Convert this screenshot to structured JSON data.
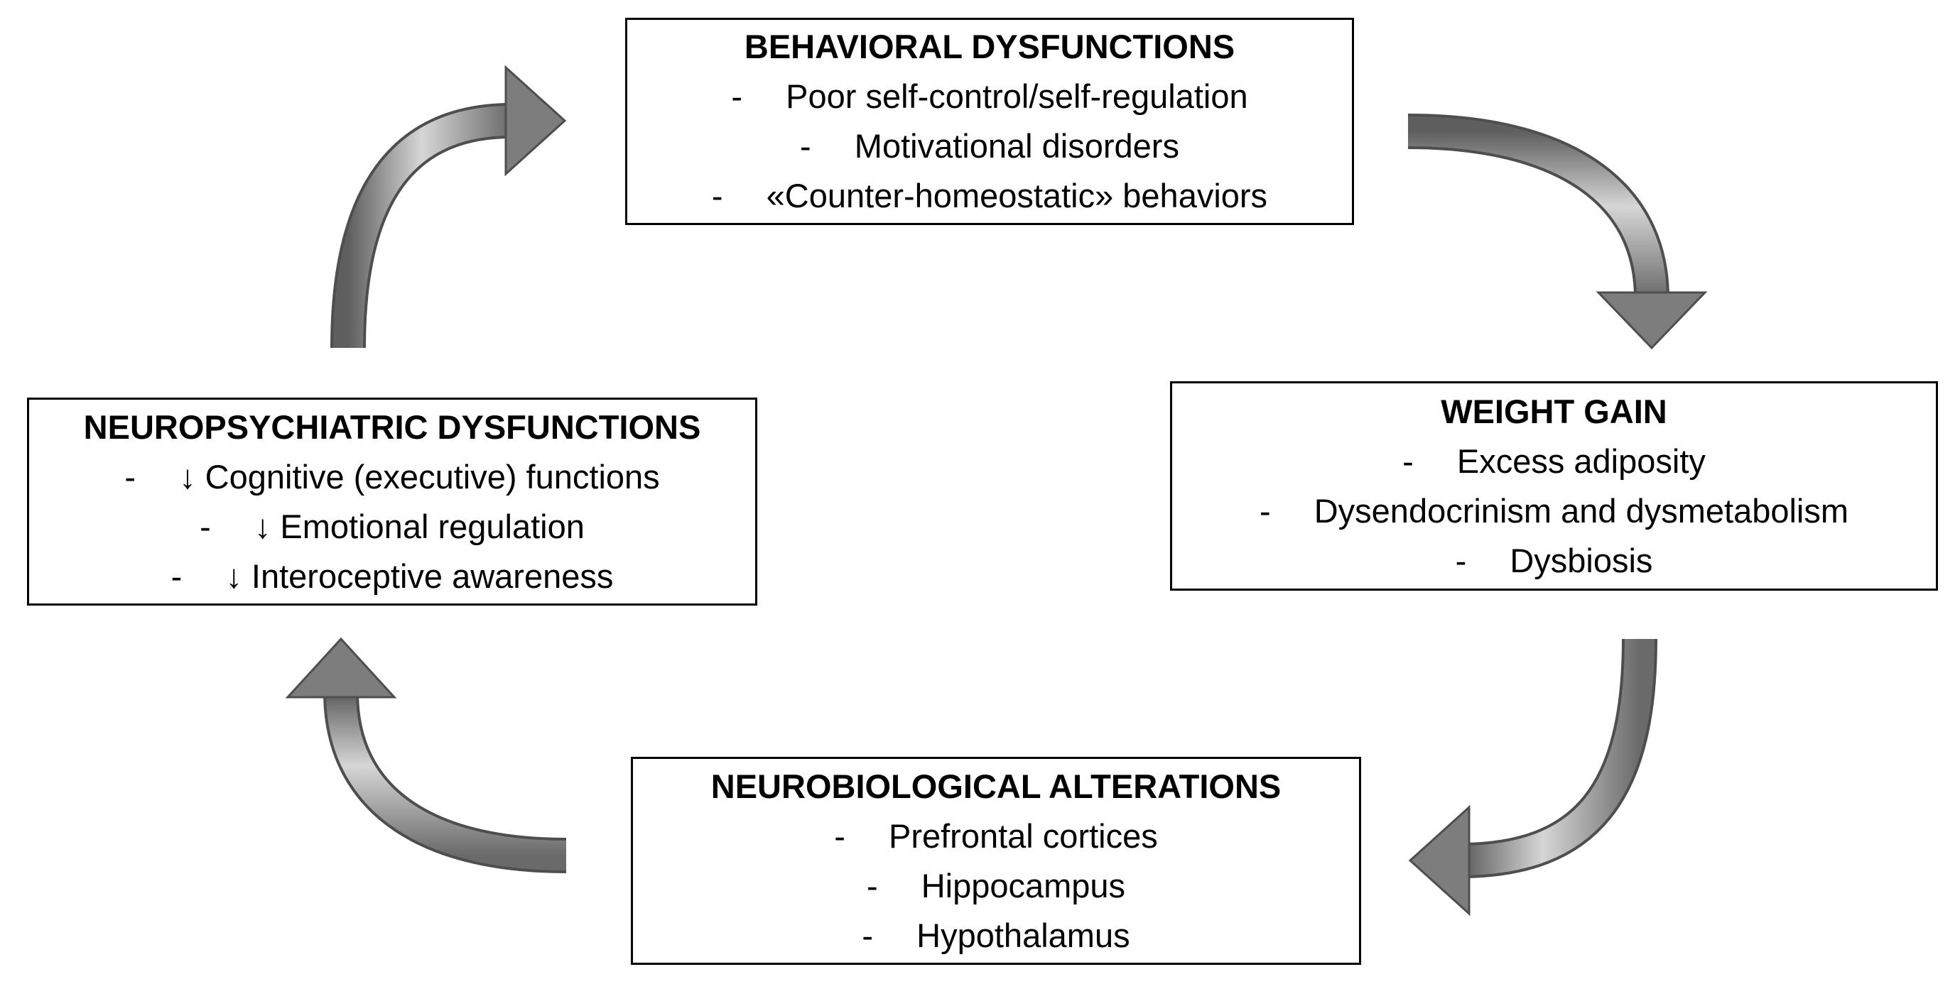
{
  "diagram": {
    "boxes": [
      {
        "id": "behavioral",
        "title": "BEHAVIORAL DYSFUNCTIONS",
        "items": [
          "Poor self-control/self-regulation",
          "Motivational disorders",
          "«Counter-homeostatic» behaviors"
        ]
      },
      {
        "id": "weight",
        "title": "WEIGHT GAIN",
        "items": [
          "Excess adiposity",
          "Dysendocrinism and dysmetabolism",
          "Dysbiosis"
        ]
      },
      {
        "id": "neurobio",
        "title": "NEUROBIOLOGICAL ALTERATIONS",
        "items": [
          "Prefrontal cortices",
          "Hippocampus",
          "Hypothalamus"
        ]
      },
      {
        "id": "neuropsych",
        "title": "NEUROPSYCHIATRIC DYSFUNCTIONS",
        "items": [
          "↓ Cognitive (executive) functions",
          "↓ Emotional regulation",
          "↓ Interoceptive awareness"
        ]
      }
    ],
    "bullet": "-",
    "arrows": [
      {
        "from": "behavioral",
        "to": "weight"
      },
      {
        "from": "weight",
        "to": "neurobio"
      },
      {
        "from": "neurobio",
        "to": "neuropsych"
      },
      {
        "from": "neuropsych",
        "to": "behavioral"
      }
    ],
    "arrow_color": "#8a8a8a"
  }
}
